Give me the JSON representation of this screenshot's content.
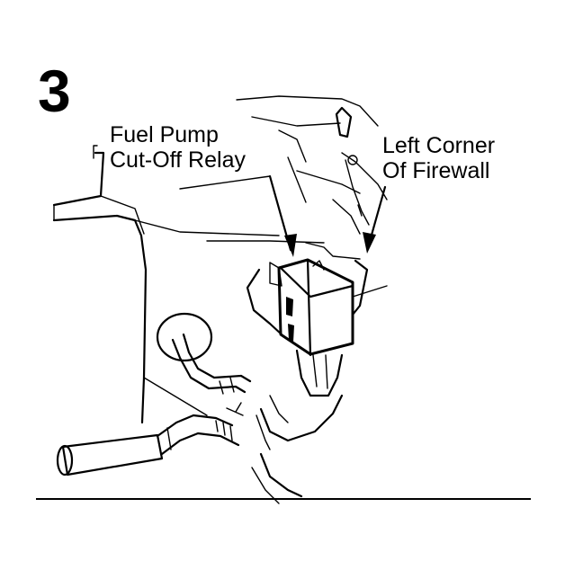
{
  "figure": {
    "step_number": "3",
    "labels": {
      "relay_line1": "Fuel Pump",
      "relay_line2": "Cut-Off Relay",
      "firewall_line1": "Left Corner",
      "firewall_line2": "Of Firewall"
    }
  }
}
